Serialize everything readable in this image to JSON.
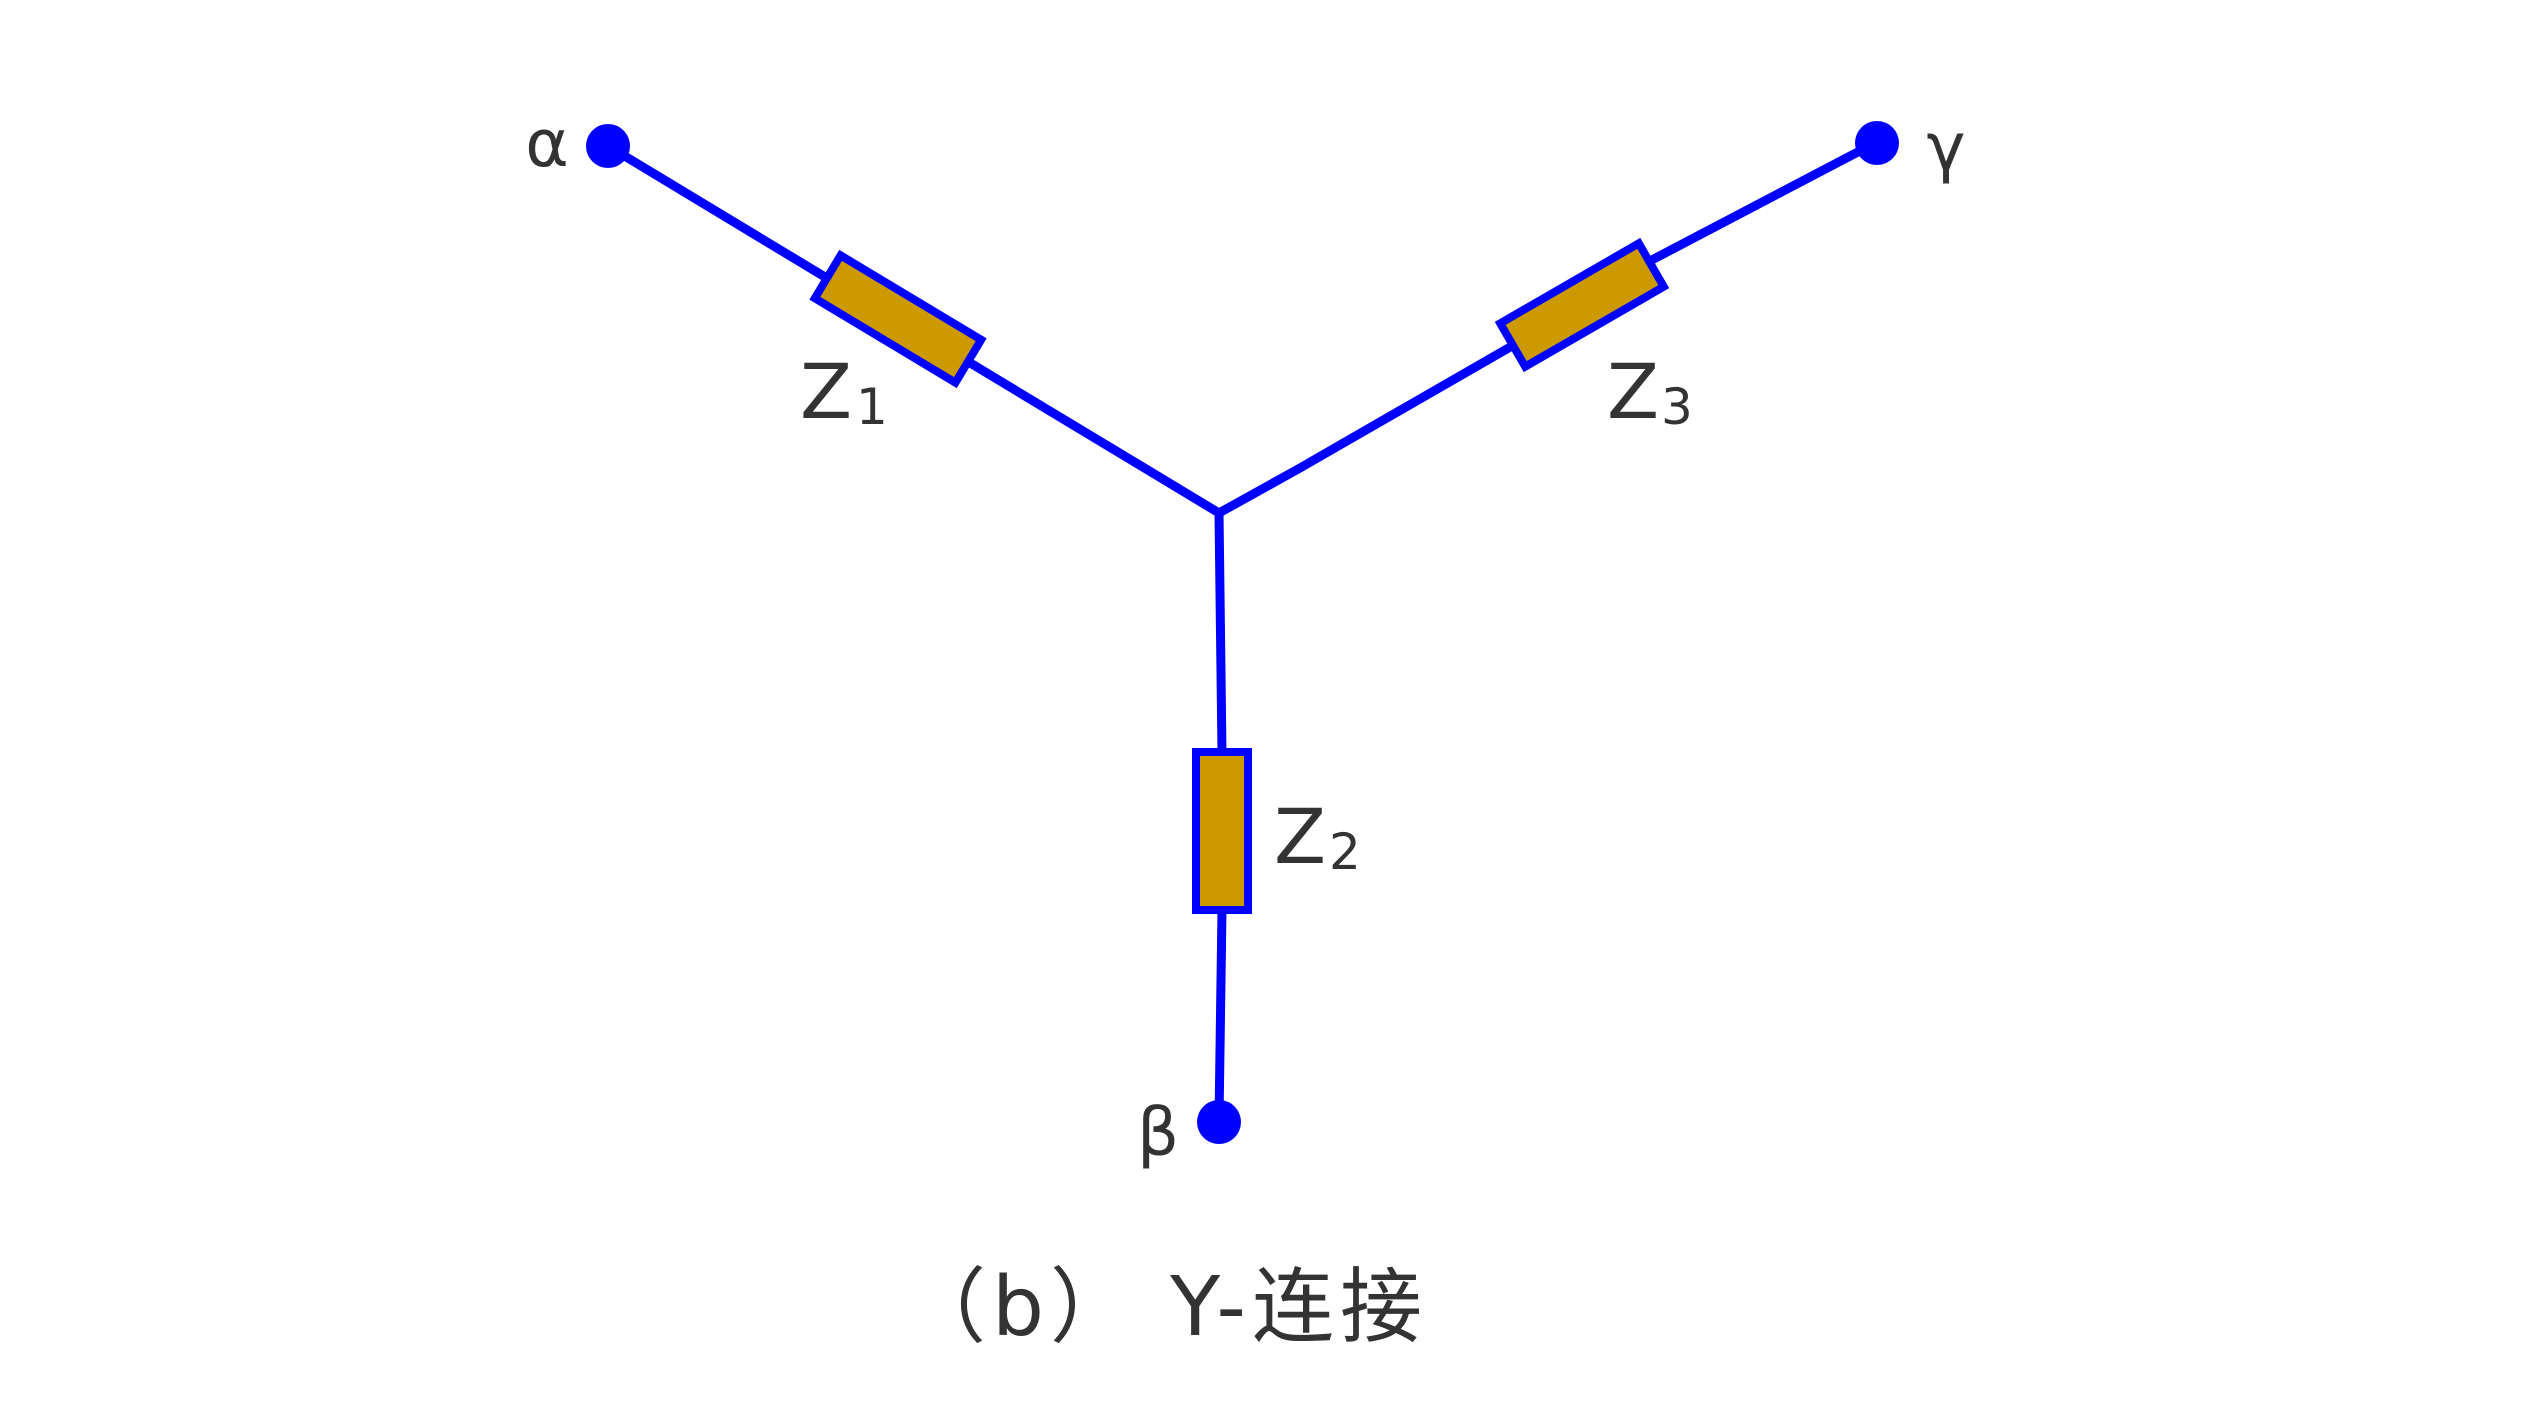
{
  "colors": {
    "wire": "#0000ff",
    "node": "#0000ff",
    "impedance_fill": "#cc9900",
    "impedance_border": "#0000ff",
    "text": "#333333",
    "background": "#ffffff"
  },
  "terminals": {
    "alpha": {
      "label": "α"
    },
    "beta": {
      "label": "β"
    },
    "gamma": {
      "label": "γ"
    }
  },
  "impedances": {
    "z1": {
      "symbol": "Z",
      "subscript": "1"
    },
    "z2": {
      "symbol": "Z",
      "subscript": "2"
    },
    "z3": {
      "symbol": "Z",
      "subscript": "3"
    }
  },
  "caption": "（b） Y-连接"
}
